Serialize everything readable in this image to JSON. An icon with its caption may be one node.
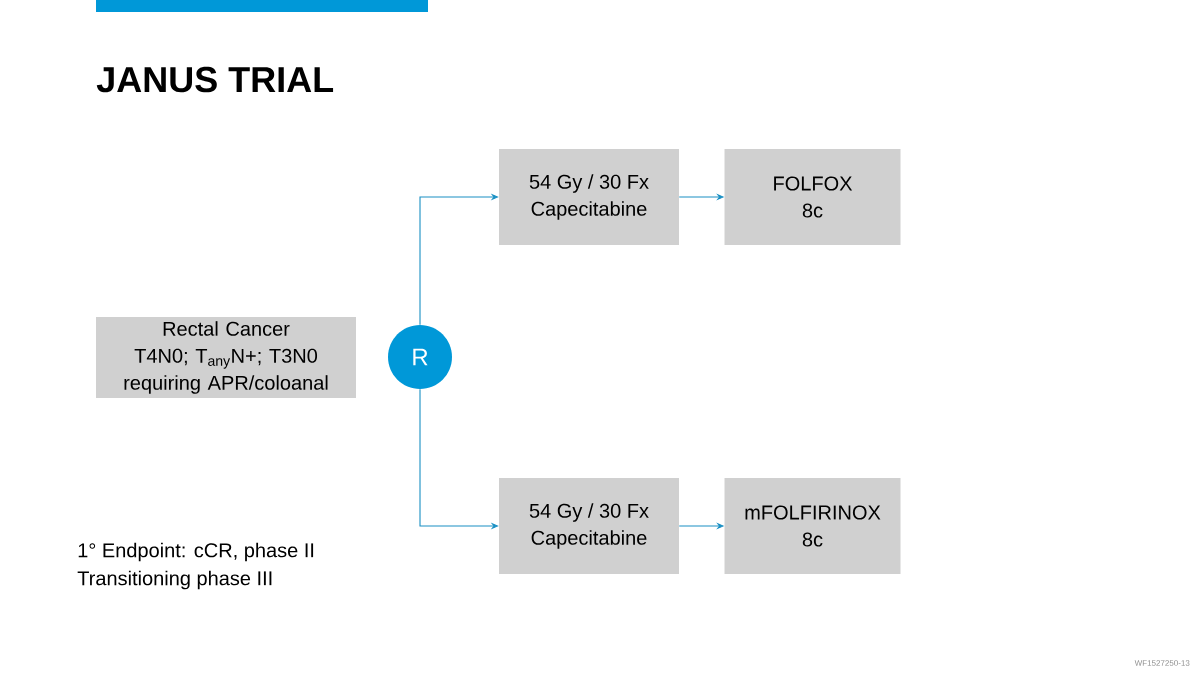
{
  "diagram": {
    "title": "JANUS TRIAL",
    "nodes": [
      {
        "text": [
          "Rectal Cancer",
          "T4N0; T$_{any}$N+; T3N0 requiring APR/coloanal"
        ]
      },
      {
        "text": [
          "R"
        ]
      },
      {
        "text": [
          "54 Gy / 30 Fx",
          "Capecitabine"
        ]
      },
      {
        "text": [
          "FOLFOX",
          "8c"
        ]
      },
      {
        "text": [
          "54 Gy / 30 Fx",
          "Capecitabine"
        ]
      },
      {
        "text": [
          "mFOLFIRINOX",
          "8c"
        ]
      }
    ],
    "edges": [
      {
        "from": 1,
        "to": 2,
        "arrow": "to"
      },
      {
        "from": 1,
        "to": 4,
        "arrow": "to"
      },
      {
        "from": 2,
        "to": 3,
        "arrow": "to"
      },
      {
        "from": 4,
        "to": 5,
        "arrow": "to"
      }
    ],
    "labels": [
      "1° Endpoint: cCR, phase II",
      "Transitioning phase III",
      "WF1527250-13"
    ]
  }
}
